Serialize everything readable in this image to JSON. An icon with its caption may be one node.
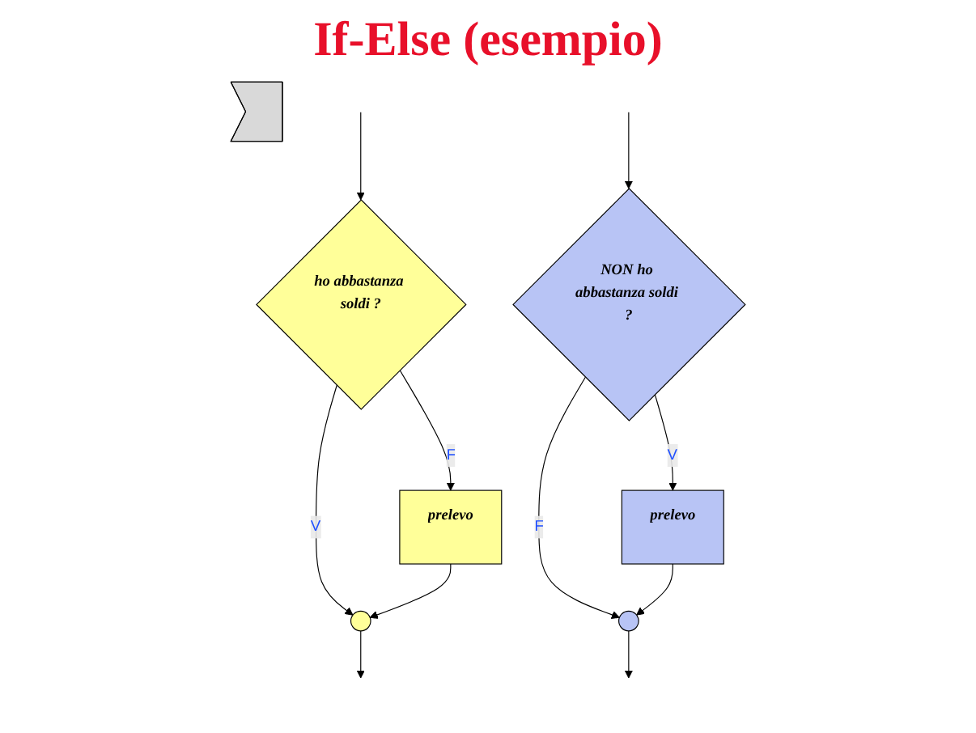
{
  "diagram": {
    "title": "If-Else (esempio)",
    "nodes": [
      {
        "text": [
          "ho abbastanza soldi ?"
        ]
      },
      {
        "text": [
          "prelevo"
        ]
      },
      {
        "text": [],
        "shape": "circle"
      },
      {
        "text": [],
        "shape": "arrow"
      },
      {
        "text": [
          "NON ho abbastanza soldi ?"
        ]
      },
      {
        "text": [
          "prelevo"
        ]
      },
      {
        "text": [],
        "shape": "circle"
      }
    ],
    "edges": [
      {
        "from": null,
        "to": 0,
        "arrow": "to"
      },
      {
        "from": 0,
        "to": 1,
        "label": "F",
        "arrow": "to"
      },
      {
        "from": 0,
        "to": 2,
        "label": "V",
        "arrow": "to"
      },
      {
        "from": 1,
        "to": 2,
        "arrow": "to"
      },
      {
        "from": 2,
        "to": null,
        "arrow": "to"
      },
      {
        "from": null,
        "to": 4,
        "arrow": "to"
      },
      {
        "from": 4,
        "to": 5,
        "label": "V",
        "arrow": "to"
      },
      {
        "from": 4,
        "to": 6,
        "label": "F",
        "arrow": "to"
      },
      {
        "from": 5,
        "to": 6,
        "arrow": "to"
      },
      {
        "from": 6,
        "to": null,
        "arrow": "to"
      }
    ]
  }
}
